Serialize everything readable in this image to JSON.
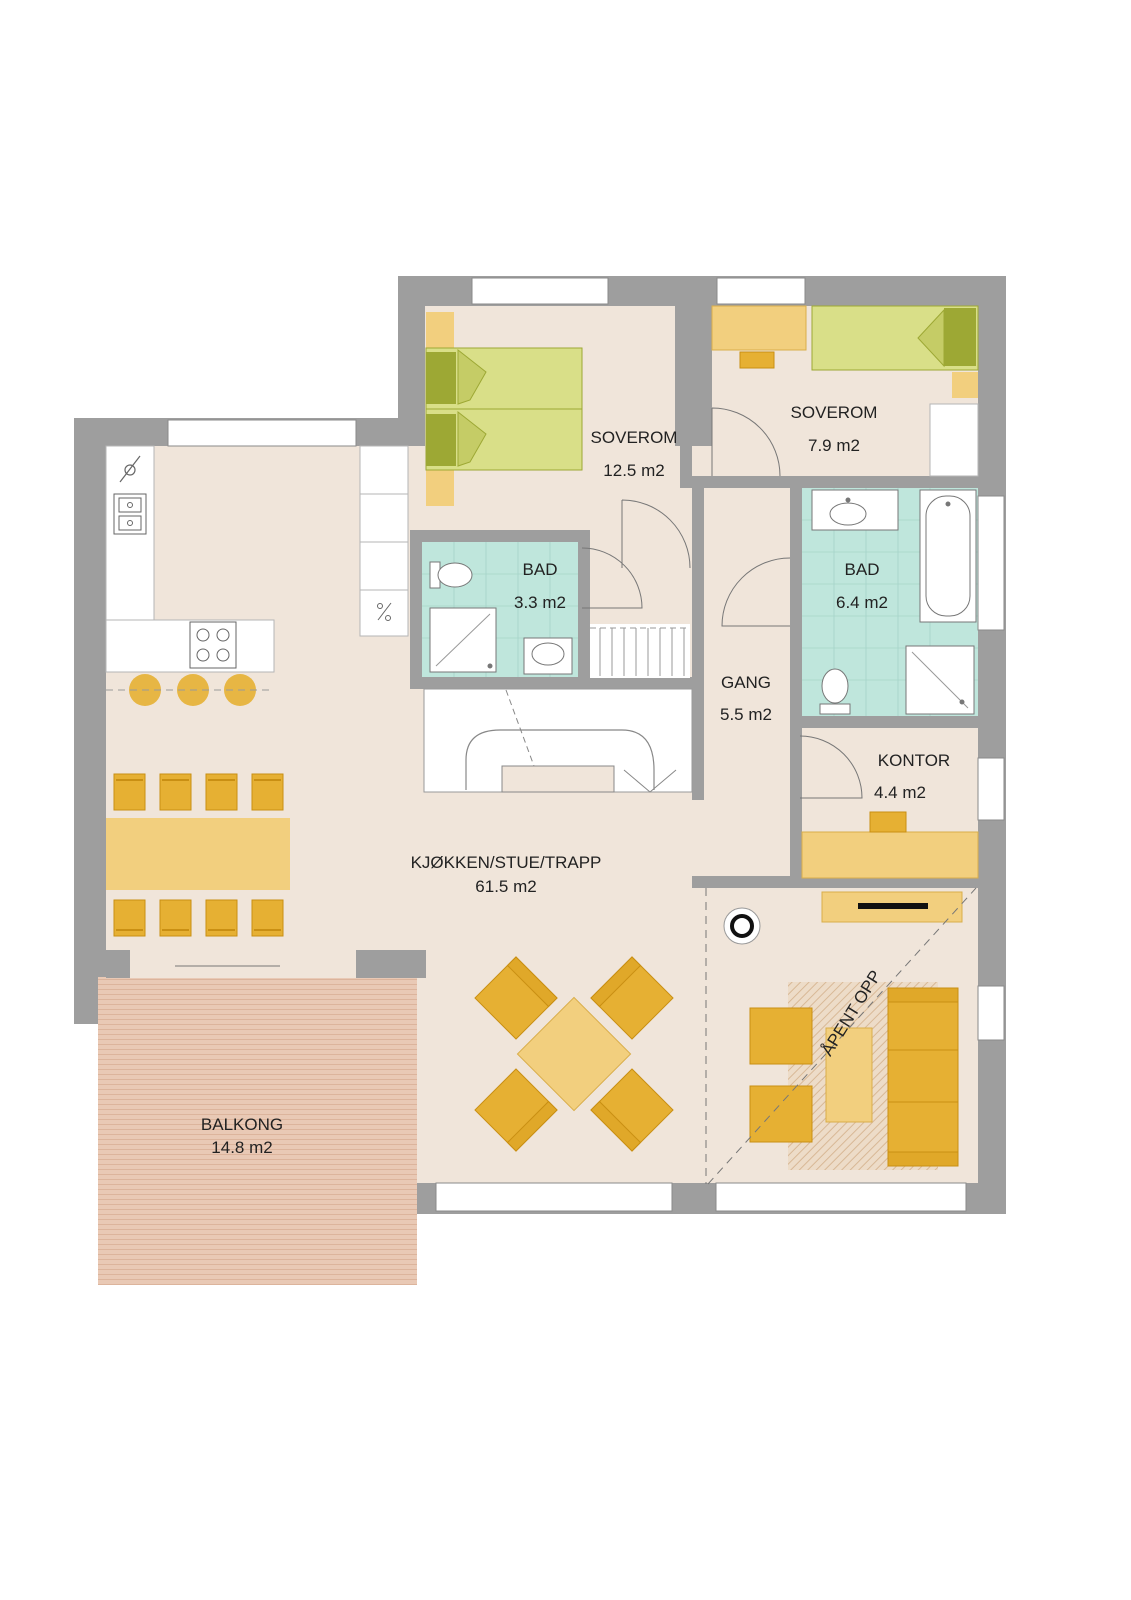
{
  "colors": {
    "wall": "#9e9e9e",
    "floor": "#f0e5da",
    "bath_tile": "#bfe6dc",
    "balcony": "#e9c9b5",
    "bed_light": "#d9df88",
    "bed_dark": "#9da834",
    "furniture_light": "#f2cf7e",
    "furniture_dark": "#e6b033",
    "white_fixture": "#ffffff"
  },
  "rooms": {
    "soverom_1": {
      "name": "SOVEROM",
      "area": "12.5 m2"
    },
    "soverom_2": {
      "name": "SOVEROM",
      "area": "7.9 m2"
    },
    "bad_1": {
      "name": "BAD",
      "area": "3.3 m2"
    },
    "bad_2": {
      "name": "BAD",
      "area": "6.4 m2"
    },
    "gang": {
      "name": "GANG",
      "area": "5.5 m2"
    },
    "kontor": {
      "name": "KONTOR",
      "area": "4.4 m2"
    },
    "kjokken": {
      "name": "KJØKKEN/STUE/TRAPP",
      "area": "61.5 m2"
    },
    "balkong": {
      "name": "BALKONG",
      "area": "14.8 m2"
    }
  },
  "annotations": {
    "apent_opp": "ÅPENT OPP"
  }
}
